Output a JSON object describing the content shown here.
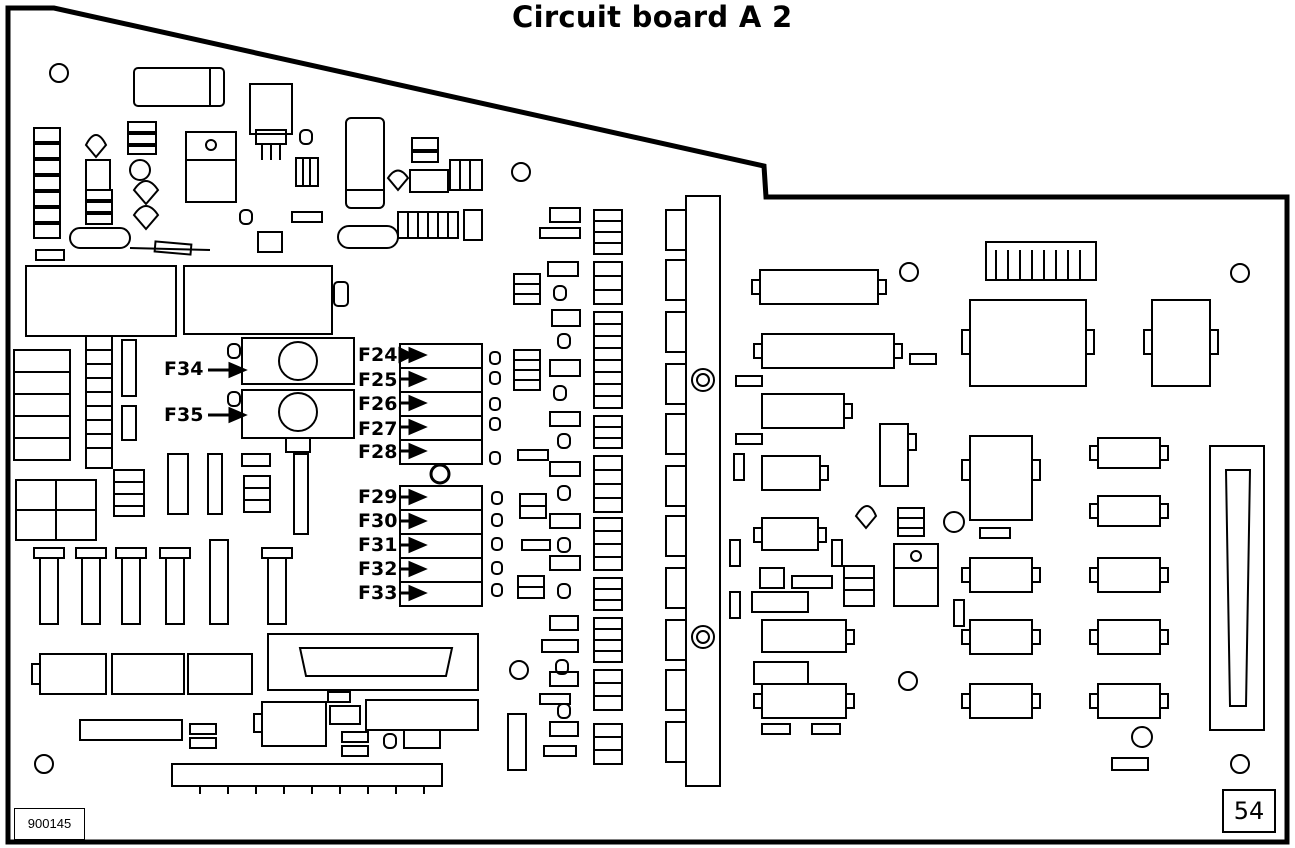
{
  "title": "Circuit board A 2",
  "document_number": "900145",
  "page_number": "54",
  "fuses": {
    "left": [
      "F34",
      "F35"
    ],
    "upper": [
      "F24",
      "F25",
      "F26",
      "F27",
      "F28"
    ],
    "lower": [
      "F29",
      "F30",
      "F31",
      "F32",
      "F33"
    ]
  }
}
